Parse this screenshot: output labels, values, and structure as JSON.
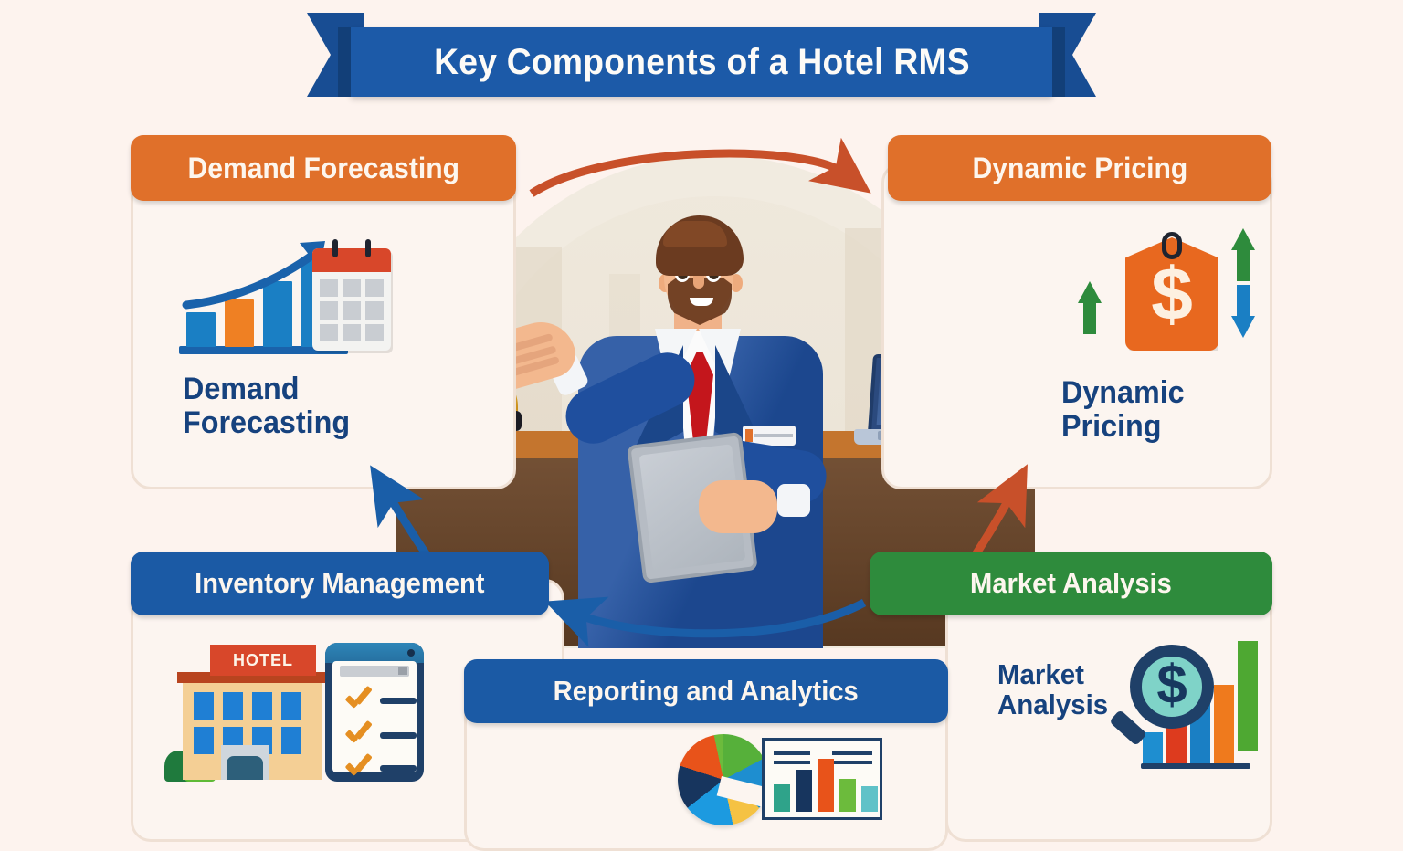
{
  "banner": {
    "title": "Key Components of a Hotel RMS"
  },
  "palette": {
    "background": "#fdf3ee",
    "card_fill": "#fcf5f0",
    "card_border": "#efe0d4",
    "orange": "#e0702a",
    "blue": "#1b5aa5",
    "green": "#2e8b3c",
    "banner_blue": "#1c5aa8",
    "label_navy": "#16427e",
    "arrow_red": "#c8502a",
    "arrow_blue": "#1a5ea8"
  },
  "cards": {
    "demand": {
      "pill_label": "Demand Forecasting",
      "body_label": "Demand\nForecasting",
      "body_line1": "Demand",
      "body_line2": "Forecasting",
      "pill_color": "orange",
      "icon": "bar-chart-growth-calendar-icon"
    },
    "dynamic": {
      "pill_label": "Dynamic Pricing",
      "body_line1": "Dynamic",
      "body_line2": "Pricing",
      "pill_color": "orange",
      "icon": "price-tag-dollar-arrows-icon"
    },
    "inventory": {
      "pill_label": "Inventory Management",
      "pill_color": "blue",
      "icon": "hotel-building-checklist-tablet-icon",
      "hotel_sign_text": "HOTEL"
    },
    "market": {
      "pill_label": "Market Analysis",
      "body_line1": "Market",
      "body_line2": "Analysis",
      "pill_color": "green",
      "icon": "magnifier-dollar-bar-chart-icon"
    },
    "report": {
      "pill_label": "Reporting and Analytics",
      "pill_color": "blue",
      "icon": "pie-chart-report-icon"
    }
  },
  "center": {
    "description": "hotel-receptionist-illustration",
    "elements": [
      "reception-desk",
      "service-bell",
      "laptop",
      "tablet",
      "name-badge"
    ]
  },
  "arrows": [
    {
      "name": "demand-to-dynamic",
      "color": "#c8502a",
      "direction": "right"
    },
    {
      "name": "market-to-dynamic",
      "color": "#c8502a",
      "direction": "up-right"
    },
    {
      "name": "market-to-inventory",
      "color": "#1a5ea8",
      "direction": "left"
    },
    {
      "name": "inventory-to-demand",
      "color": "#1a5ea8",
      "direction": "up-left"
    }
  ],
  "chart_data": [
    {
      "name": "demand-forecasting-icon-chart",
      "type": "bar",
      "categories": [
        "1",
        "2",
        "3",
        "4"
      ],
      "values": [
        38,
        52,
        72,
        96
      ],
      "colors": [
        "#1a7fc4",
        "#ef8023",
        "#1a7fc4",
        "#1a7fc4"
      ],
      "title": "",
      "xlabel": "",
      "ylabel": "",
      "annotations": [
        "rising trend arrow"
      ]
    },
    {
      "name": "market-analysis-icon-chart",
      "type": "bar",
      "categories": [
        "1",
        "2",
        "3",
        "4",
        "5"
      ],
      "values": [
        34,
        56,
        72,
        86,
        120
      ],
      "colors": [
        "#1e8ed0",
        "#dd3b1e",
        "#1a7fc4",
        "#ef7a1d",
        "#4ea832"
      ],
      "title": "",
      "xlabel": "",
      "ylabel": ""
    },
    {
      "name": "reporting-analytics-icon-pie",
      "type": "pie",
      "categories": [
        "green",
        "blue",
        "yellow",
        "light-blue",
        "navy",
        "orange"
      ],
      "values": [
        17,
        14,
        11,
        18,
        16,
        17
      ],
      "colors": [
        "#56b03a",
        "#1e8ed0",
        "#f5c243",
        "#1c9ae0",
        "#17355e",
        "#e8531a"
      ],
      "title": ""
    },
    {
      "name": "reporting-analytics-icon-bars",
      "type": "bar",
      "categories": [
        "1",
        "2",
        "3",
        "4",
        "5"
      ],
      "values": [
        30,
        46,
        58,
        36,
        28
      ],
      "colors": [
        "#2fa38a",
        "#17355e",
        "#e8531a",
        "#6cbb3c",
        "#5fc2c8"
      ],
      "title": "",
      "xlabel": "",
      "ylabel": ""
    }
  ]
}
